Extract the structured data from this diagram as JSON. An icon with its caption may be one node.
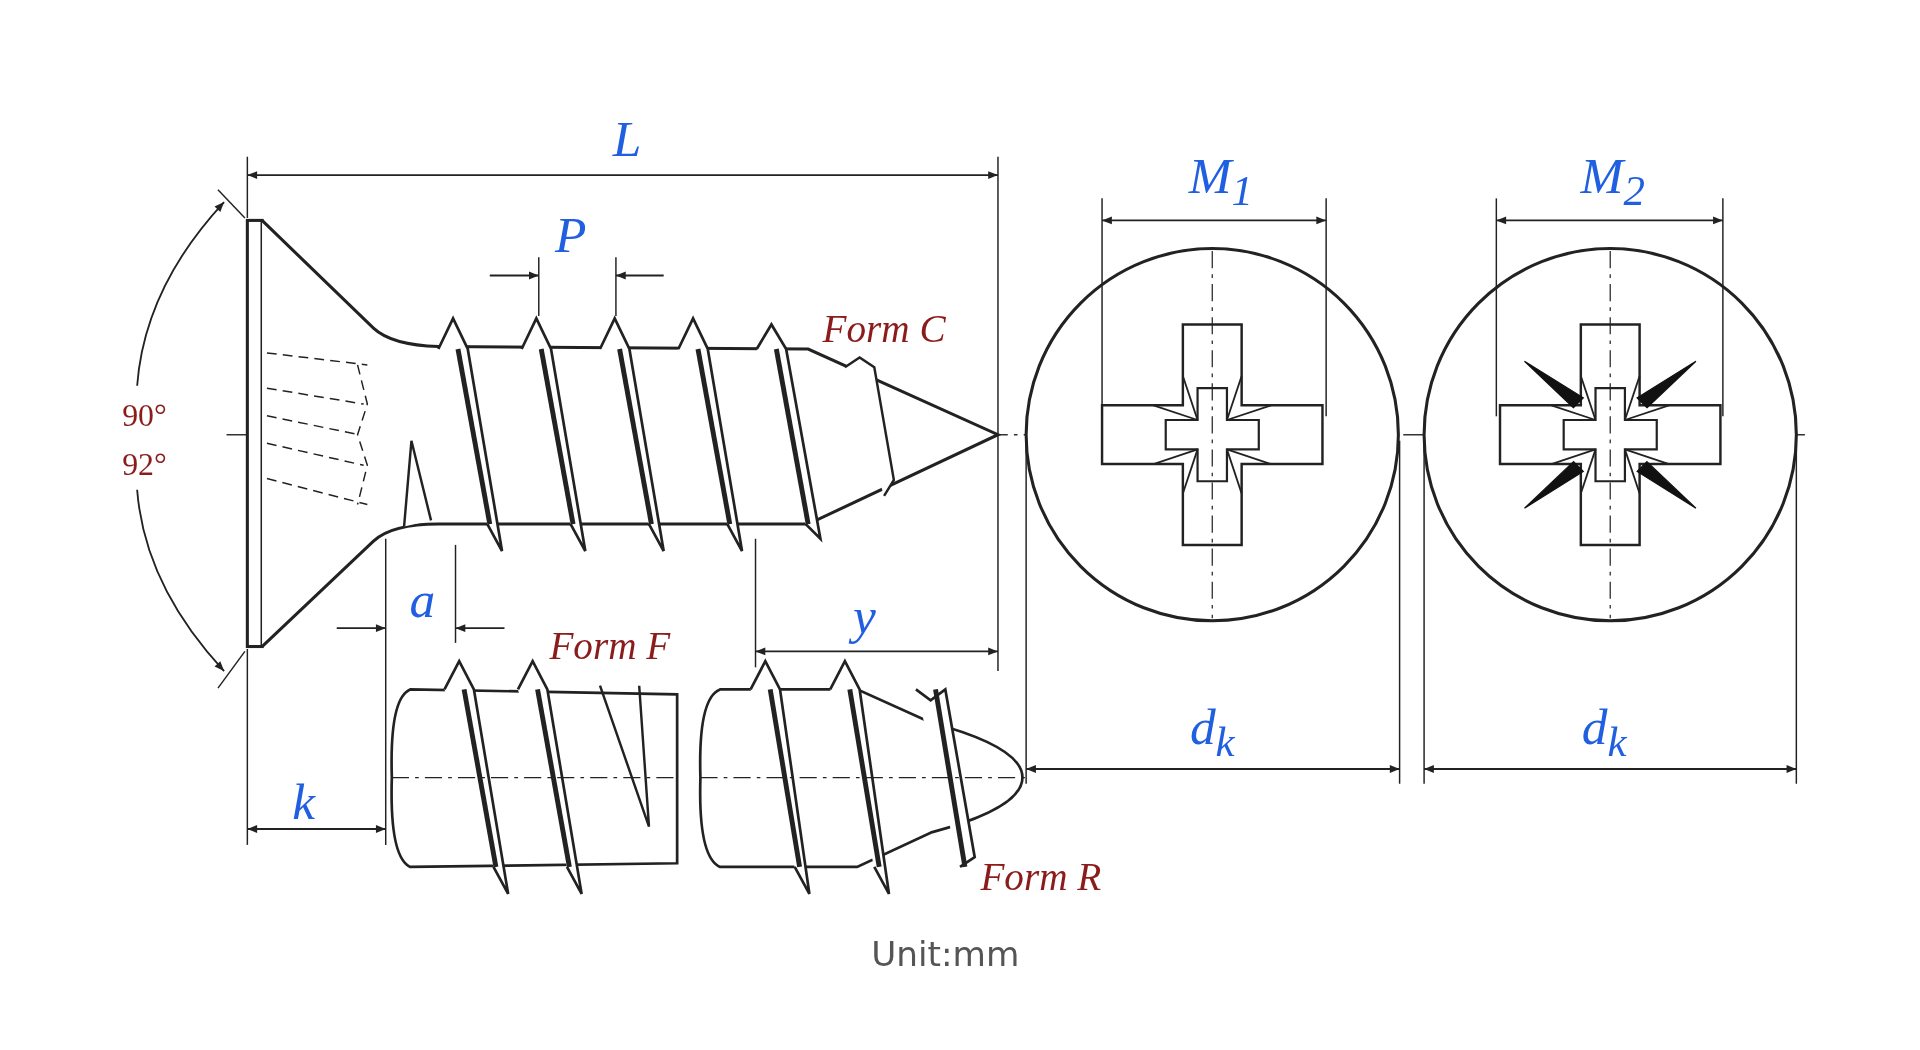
{
  "diagram": {
    "caption": "Unit:mm",
    "labels": [
      "L",
      "M$_{1}$",
      "M$_{2}$",
      "P",
      "Form C",
      "90°",
      "92°",
      "a",
      "y",
      "Form F",
      "d$_{k}$",
      "d$_{k}$",
      "k",
      "Form R"
    ]
  }
}
